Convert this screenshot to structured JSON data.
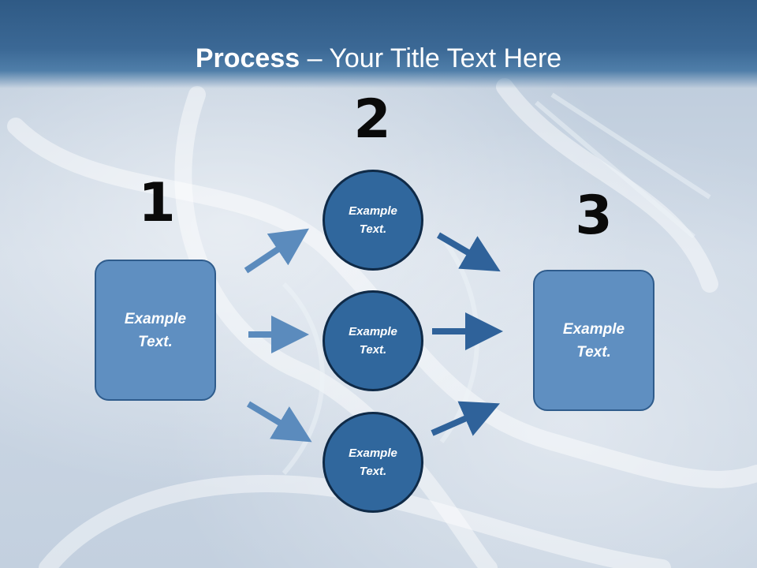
{
  "title": {
    "bold": "Process",
    "rest": " – Your Title Text Here"
  },
  "steps": {
    "num1": "1",
    "num2": "2",
    "num3": "3"
  },
  "left_box": {
    "label": "Example\nText."
  },
  "right_box": {
    "label": "Example\nText."
  },
  "circles": [
    {
      "label": "Example\nText."
    },
    {
      "label": "Example\nText."
    },
    {
      "label": "Example\nText."
    }
  ],
  "colors": {
    "box_fill": "#5f8fc1",
    "circle_fill": "#30679d",
    "left_arrows": "#5b8bbd",
    "right_arrows": "#2f629a",
    "title_bar": "#3b6895"
  }
}
